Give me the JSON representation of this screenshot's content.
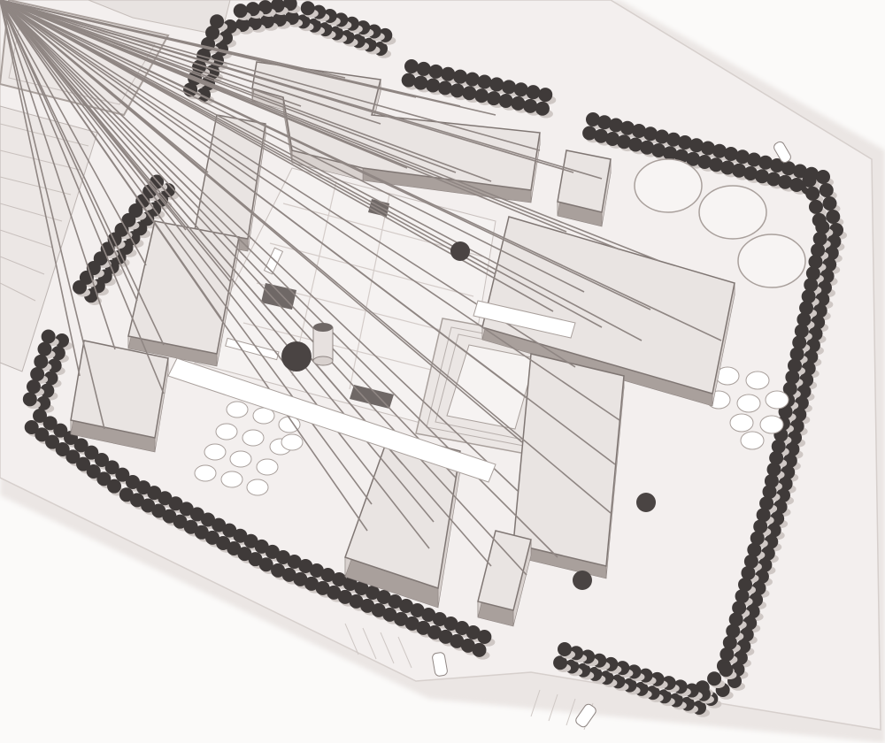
{
  "scene": {
    "kind": "isometric-architectural-site-model",
    "palette": {
      "background": "#fbfaf9",
      "ground": "#f3efee",
      "plinth": "#e6e1df",
      "roof_top": "#f1edeb",
      "wall_light": "#d8d1ce",
      "wall_dark": "#a9a09c",
      "floor": "#e9e4e2",
      "tree": "#3f3a39",
      "tree_shadow": "#cfc8c5",
      "dark_tile": "#6f6866",
      "water": "#d9d3d0"
    },
    "elements": {
      "tree_rows": 5,
      "round_tanks": 3,
      "small_discs_west": 13,
      "small_discs_east": 8,
      "parked_cars": 3,
      "buildings": 9
    }
  }
}
